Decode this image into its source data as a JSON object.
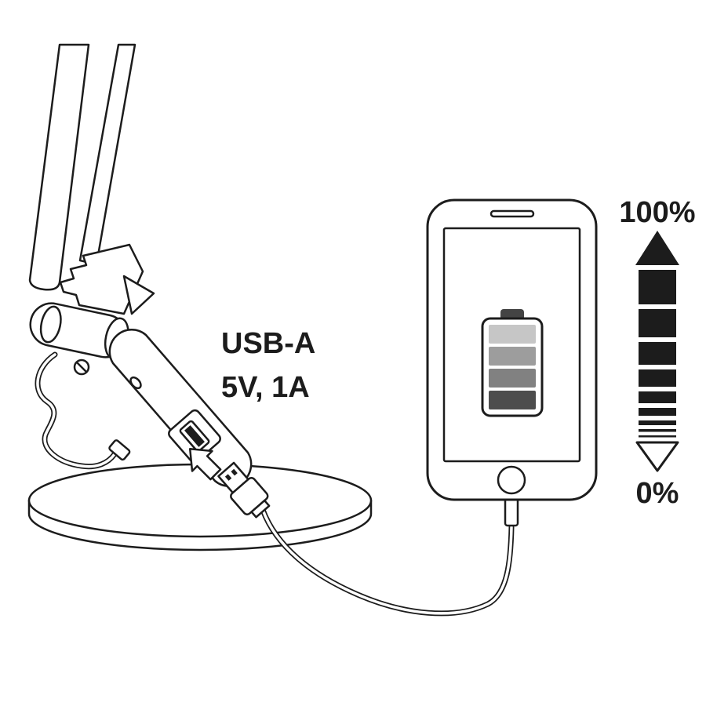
{
  "labels": {
    "port": "USB-A",
    "spec": "5V, 1A",
    "full": "100%",
    "empty": "0%"
  },
  "battery": {
    "segments": [
      "#c6c6c6",
      "#9d9d9d",
      "#818181",
      "#4d4d4d"
    ],
    "nub": "#444444"
  },
  "colors": {
    "line": "#1c1c1c"
  },
  "icons": {
    "up_arrow": "filled-triangle-up",
    "down_arrow": "outline-triangle-down",
    "insert_arrow": "outline-arrow-pointing-up-left"
  }
}
